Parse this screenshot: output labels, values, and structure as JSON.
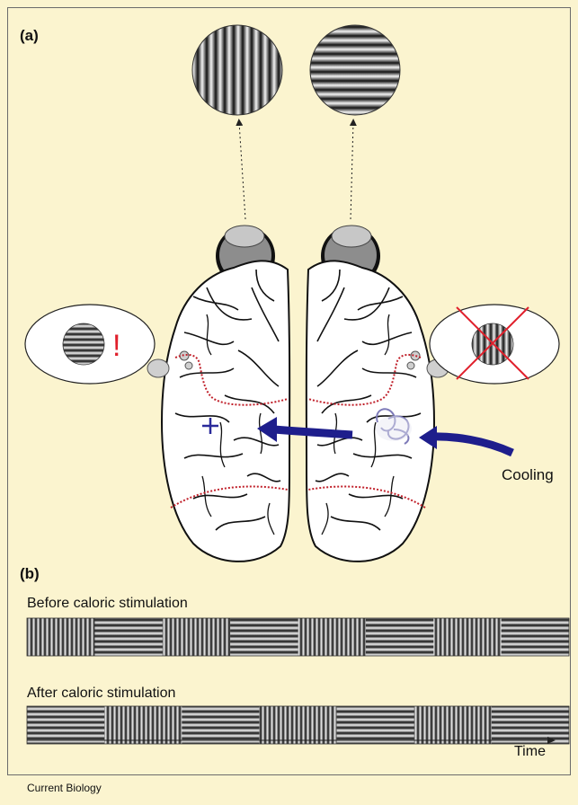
{
  "panel_a_label": "(a)",
  "panel_b_label": "(b)",
  "cooling_label": "Cooling",
  "exclamation": "!",
  "before_label": "Before caloric stimulation",
  "after_label": "After caloric stimulation",
  "time_label": "Time",
  "footer": "Current Biology",
  "strips": {
    "before": [
      "vertical",
      "horizontal",
      "vertical",
      "horizontal",
      "vertical",
      "horizontal",
      "vertical",
      "horizontal"
    ],
    "after": [
      "horizontal",
      "vertical",
      "horizontal",
      "vertical",
      "horizontal",
      "vertical",
      "horizontal"
    ]
  },
  "colors": {
    "background": "#fbf4cf",
    "arrow": "#1e1e8c",
    "cross": "#e0202c",
    "dotted_line": "#c0202a",
    "plus": "#2a2a9a"
  }
}
